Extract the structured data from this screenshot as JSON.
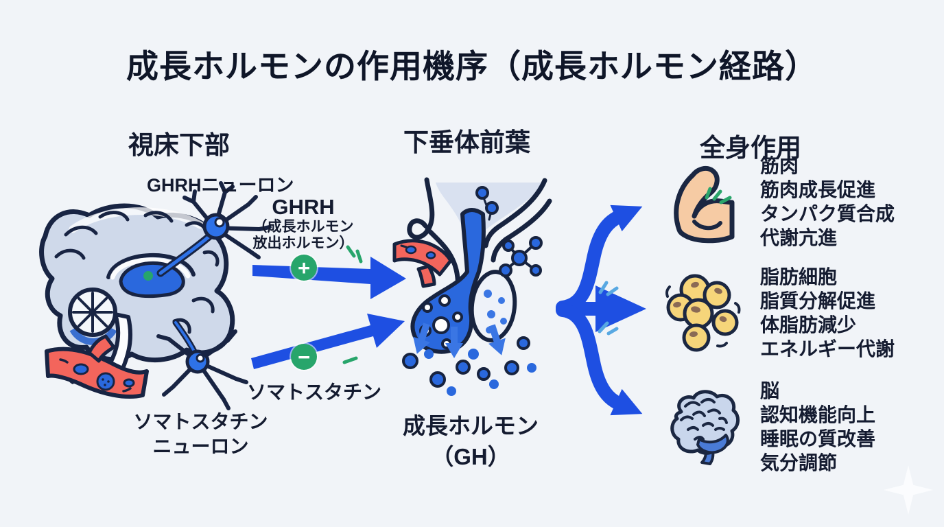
{
  "title": "成長ホルモンの作用機序（成長ホルモン経路）",
  "hypothalamus": {
    "header": "視床下部",
    "ghrh_neuron_label": "GHRHニューロン",
    "ghrh_name": "GHRH",
    "ghrh_sub1": "（成長ホルモン",
    "ghrh_sub2": "放出ホルモン）",
    "stimulate_sign": "+",
    "inhibit_sign": "−",
    "somatostatin_label": "ソマトスタチン",
    "somatostatin_neuron_line1": "ソマトスタチン",
    "somatostatin_neuron_line2": "ニューロン"
  },
  "pituitary": {
    "header": "下垂体前葉",
    "hormone_line1": "成長ホルモン",
    "hormone_line2": "（GH）"
  },
  "systemic": {
    "header": "全身作用",
    "targets": [
      {
        "icon": "muscle-icon",
        "title": "筋肉",
        "effects": [
          "筋肉成長促進",
          "タンパク質合成",
          "代謝亢進"
        ]
      },
      {
        "icon": "fat-cell-icon",
        "title": "脂肪細胞",
        "effects": [
          "脂質分解促進",
          "体脂肪減少",
          "エネルギー代謝"
        ]
      },
      {
        "icon": "brain-icon",
        "title": "脳",
        "effects": [
          "認知機能向上",
          "睡眠の質改善",
          "気分調節"
        ]
      }
    ]
  },
  "colors": {
    "background": "#f1f4f8",
    "ink": "#141b30",
    "arrow_blue": "#1e4fe2",
    "neuron_blue": "#2a68dd",
    "stimulate_green": "#27a56b",
    "vessel_red": "#f3655c",
    "fat_yellow": "#f6d57a",
    "muscle_skin": "#f6cba4",
    "brain_fill": "#cfd9ea"
  }
}
